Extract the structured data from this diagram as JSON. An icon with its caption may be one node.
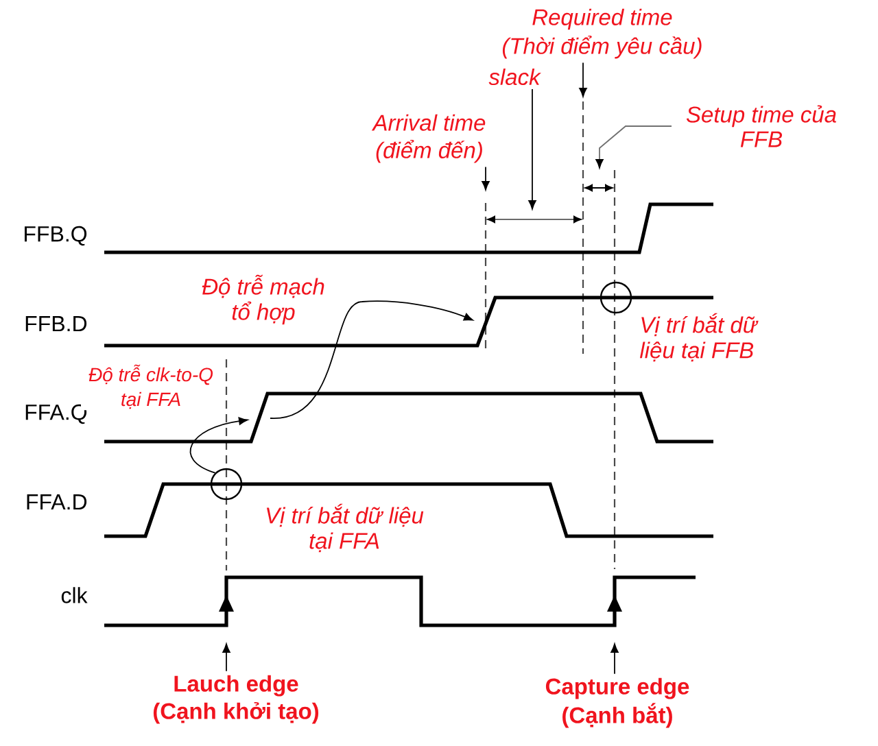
{
  "diagram": {
    "nodes": [
      {
        "text": [
          "Required time",
          "(Thời điểm yêu cầu)"
        ]
      },
      {
        "text": [
          "slack"
        ]
      },
      {
        "text": [
          "Setup time của FFB"
        ]
      },
      {
        "text": [
          "Arrival time",
          "(điểm đến)"
        ]
      },
      {
        "text": [],
        "shape": "circle"
      },
      {
        "text": [],
        "shape": "circle"
      },
      {
        "text": [
          "Lauch edge",
          "(Cạnh khởi tạo)"
        ]
      },
      {
        "text": [
          "Capture edge",
          "(Cạnh bắt)"
        ]
      }
    ],
    "edges": [
      {
        "from": 0,
        "to": null,
        "arrow": "to"
      },
      {
        "from": 1,
        "to": null,
        "arrow": "to"
      },
      {
        "from": 2,
        "to": null,
        "arrow": "to",
        "color": "#707070"
      },
      {
        "from": 3,
        "to": null,
        "arrow": "to"
      },
      {
        "from": 5,
        "to": null,
        "arrow": "to",
        "label": "Độ trễ clk-to-Q tại FFA"
      },
      {
        "from": 6,
        "to": null,
        "arrow": "to"
      },
      {
        "from": 7,
        "to": null,
        "arrow": "to"
      }
    ],
    "labels": [
      "FFB.Q",
      "Độ trễ mạch tổ hợp",
      "FFB.D",
      "Vị trí bắt dữ liệu tại FFB",
      "FFA.Q",
      "FFA.D",
      "Vị trí bắt dữ liệu tại FFA",
      "clk"
    ]
  }
}
